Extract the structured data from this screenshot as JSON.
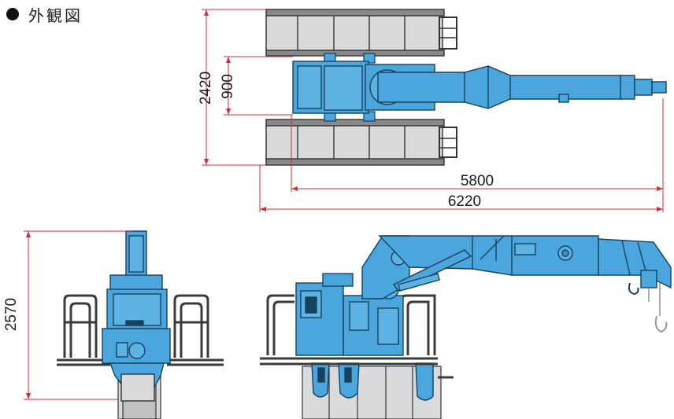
{
  "heading": {
    "bullet": "black-circle-bullet",
    "text": "外観図"
  },
  "dimensions": {
    "top_view_total_width": "2420",
    "top_view_track_gap": "900",
    "top_view_length_inner": "5800",
    "top_view_length_total": "6220",
    "front_view_height": "2570"
  },
  "colors": {
    "body": "#4aa6dc",
    "body_stroke": "#17425e",
    "track": "#d9dadb",
    "dimension_line": "#d0303a",
    "rail": "#3a3a3a"
  }
}
